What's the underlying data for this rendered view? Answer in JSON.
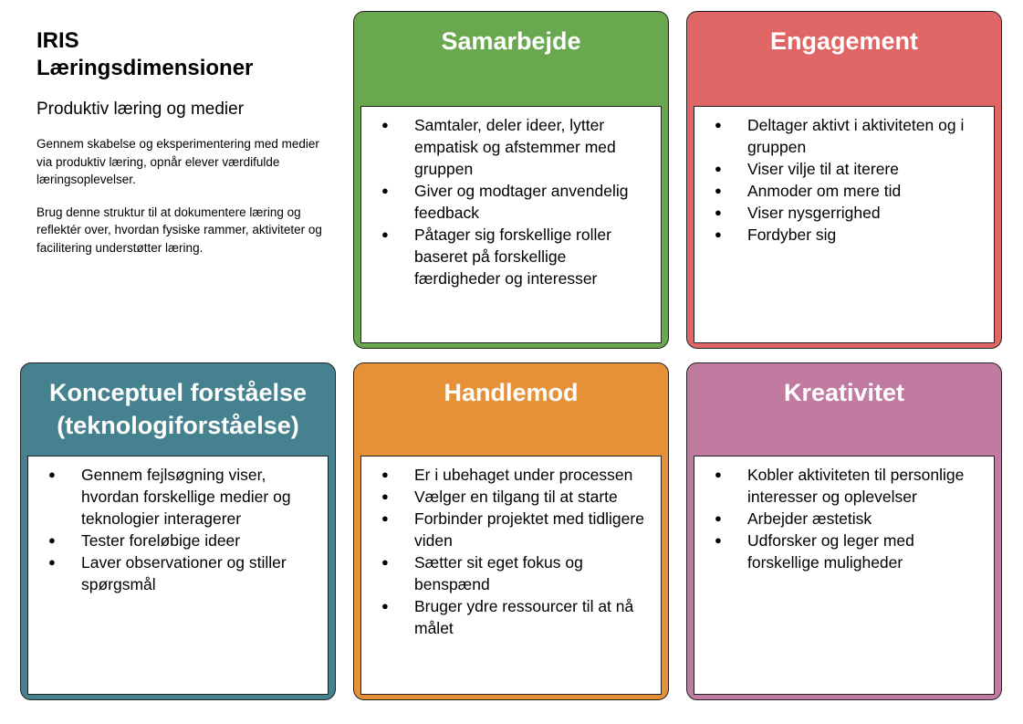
{
  "intro": {
    "title_line1": "IRIS",
    "title_line2": "Læringsdimensioner",
    "subtitle": "Produktiv læring og medier",
    "paragraph1": "Gennem skabelse og eksperimentering med medier via produktiv læring, opnår elever værdifulde læringsoplevelser.",
    "paragraph2": "Brug denne struktur til at dokumentere læring og reflektér over, hvordan fysiske rammer, aktiviteter og facilitering understøtter læring."
  },
  "cards": [
    {
      "title": "Samarbejde",
      "color": "#6aa84f",
      "items": [
        "Samtaler, deler ideer, lytter empatisk og afstemmer med gruppen",
        "Giver og modtager anvendelig feedback",
        "Påtager sig forskellige roller baseret på forskellige færdigheder og interesser"
      ]
    },
    {
      "title": "Engagement",
      "color": "#e06666",
      "items": [
        "Deltager aktivt i aktiviteten og i gruppen",
        "Viser vilje til at iterere",
        "Anmoder om mere tid",
        "Viser nysgerrighed",
        "Fordyber sig"
      ]
    },
    {
      "title": "Konceptuel forståelse (teknologiforståelse)",
      "color": "#45818e",
      "items": [
        "Gennem fejlsøgning viser, hvordan forskellige medier og teknologier interagerer",
        "Tester foreløbige ideer",
        "Laver observationer og stiller spørgsmål"
      ]
    },
    {
      "title": "Handlemod",
      "color": "#e69138",
      "items": [
        "Er i ubehaget under processen",
        "Vælger en tilgang til at starte",
        "Forbinder projektet med tidligere viden",
        "Sætter sit eget fokus og benspænd",
        "Bruger ydre ressourcer til at nå målet"
      ]
    },
    {
      "title": "Kreativitet",
      "color": "#c27ba0",
      "items": [
        "Kobler aktiviteten til personlige interesser og oplevelser",
        "Arbejder æstetisk",
        "Udforsker og leger med forskellige muligheder"
      ]
    }
  ]
}
